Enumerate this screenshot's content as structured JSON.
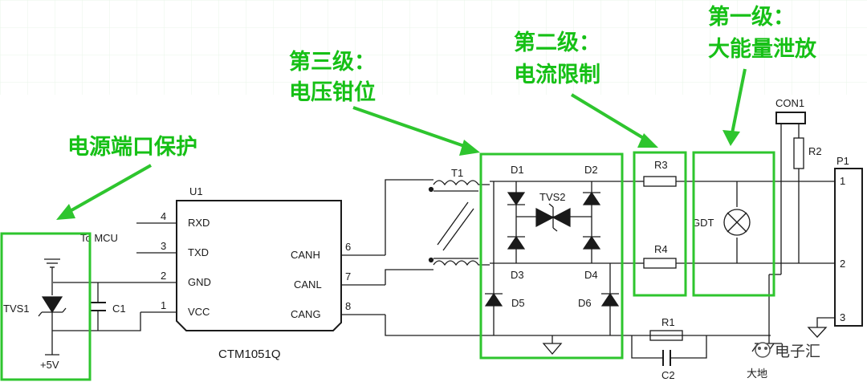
{
  "annotations": {
    "power_port": "电源端口保护",
    "stage3_line1": "第三级：",
    "stage3_line2": "电压钳位",
    "stage2_line1": "第二级：",
    "stage2_line2": "电流限制",
    "stage1_line1": "第一级：",
    "stage1_line2": "大能量泄放"
  },
  "components": {
    "u1": "U1",
    "u1_part": "CTM1051Q",
    "pins_left": [
      {
        "num": "4",
        "name": "RXD"
      },
      {
        "num": "3",
        "name": "TXD"
      },
      {
        "num": "2",
        "name": "GND"
      },
      {
        "num": "1",
        "name": "VCC"
      }
    ],
    "pins_right": [
      {
        "num": "6",
        "name": "CANH"
      },
      {
        "num": "7",
        "name": "CANL"
      },
      {
        "num": "8",
        "name": "CANG"
      }
    ],
    "to_mcu": "To MCU",
    "tvs1": "TVS1",
    "c1": "C1",
    "plus5v": "+5V",
    "t1": "T1",
    "d1": "D1",
    "d2": "D2",
    "d3": "D3",
    "d4": "D4",
    "d5": "D5",
    "d6": "D6",
    "tvs2": "TVS2",
    "r3": "R3",
    "r4": "R4",
    "r1": "R1",
    "c2": "C2",
    "gdt": "GDT",
    "con1": "CON1",
    "r2": "R2",
    "p1": "P1",
    "p1_pins": [
      "1",
      "2",
      "3"
    ],
    "earth": "大地"
  },
  "watermark": "电子汇"
}
